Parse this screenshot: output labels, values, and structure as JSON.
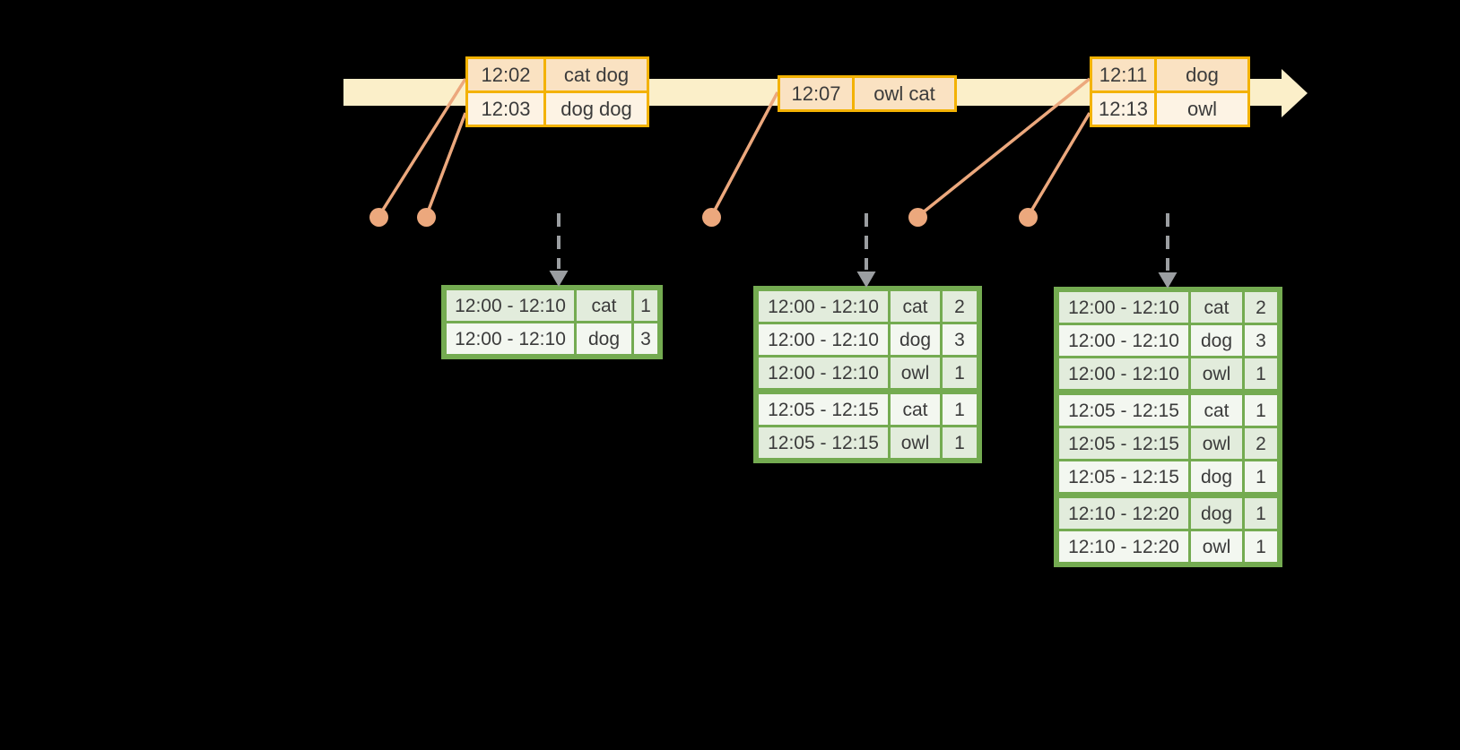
{
  "colors": {
    "background": "#000000",
    "timeline_fill": "#fbefc9",
    "event_table_border": "#f3b202",
    "event_row_dark_fill": "#fae2c2",
    "event_row_light_fill": "#fdf3e4",
    "event_marker": "#eca87d",
    "result_table_border": "#74ab51",
    "result_row_dark_fill": "#e2ecdc",
    "result_row_light_fill": "#f3f7f0",
    "trigger_arrow": "#9b9ea1",
    "text": "#3b3b3b"
  },
  "icons": {
    "timeline_arrow": "right-pointing-triangle",
    "trigger_arrow": "dashed-down-arrow",
    "event_marker": "filled-circle"
  },
  "event_tables": [
    {
      "rows": [
        {
          "time": "12:02",
          "words": "cat dog"
        },
        {
          "time": "12:03",
          "words": "dog dog"
        }
      ]
    },
    {
      "rows": [
        {
          "time": "12:07",
          "words": "owl cat"
        }
      ]
    },
    {
      "rows": [
        {
          "time": "12:11",
          "words": "dog"
        },
        {
          "time": "12:13",
          "words": "owl"
        }
      ]
    }
  ],
  "result_tables": [
    {
      "rows": [
        {
          "window": "12:00 - 12:10",
          "word": "cat",
          "count": "1"
        },
        {
          "window": "12:00 - 12:10",
          "word": "dog",
          "count": "3"
        }
      ]
    },
    {
      "rows": [
        {
          "window": "12:00 - 12:10",
          "word": "cat",
          "count": "2"
        },
        {
          "window": "12:00 - 12:10",
          "word": "dog",
          "count": "3"
        },
        {
          "window": "12:00 - 12:10",
          "word": "owl",
          "count": "1"
        },
        {
          "window": "12:05 - 12:15",
          "word": "cat",
          "count": "1"
        },
        {
          "window": "12:05 - 12:15",
          "word": "owl",
          "count": "1"
        }
      ]
    },
    {
      "rows": [
        {
          "window": "12:00 - 12:10",
          "word": "cat",
          "count": "2"
        },
        {
          "window": "12:00 - 12:10",
          "word": "dog",
          "count": "3"
        },
        {
          "window": "12:00 - 12:10",
          "word": "owl",
          "count": "1"
        },
        {
          "window": "12:05 - 12:15",
          "word": "cat",
          "count": "1"
        },
        {
          "window": "12:05 - 12:15",
          "word": "owl",
          "count": "2"
        },
        {
          "window": "12:05 - 12:15",
          "word": "dog",
          "count": "1"
        },
        {
          "window": "12:10 - 12:20",
          "word": "dog",
          "count": "1"
        },
        {
          "window": "12:10 - 12:20",
          "word": "owl",
          "count": "1"
        }
      ]
    }
  ]
}
